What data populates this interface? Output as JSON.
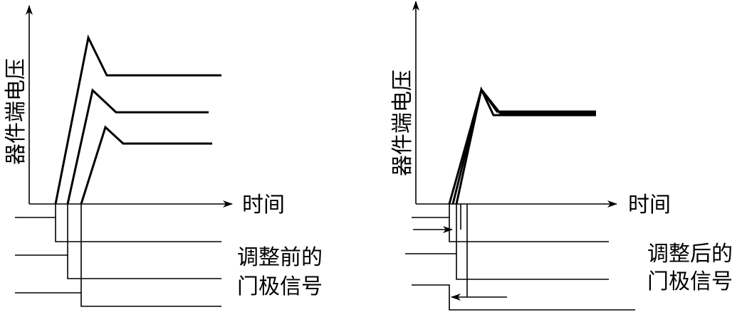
{
  "left_panel": {
    "y_axis_label": "器件端电压",
    "x_axis_label": "时间",
    "caption_line1": "调整前的",
    "caption_line2": "门极信号"
  },
  "right_panel": {
    "y_axis_label": "器件端电压",
    "x_axis_label": "时间",
    "caption_line1": "调整后的",
    "caption_line2": "门极信号"
  }
}
